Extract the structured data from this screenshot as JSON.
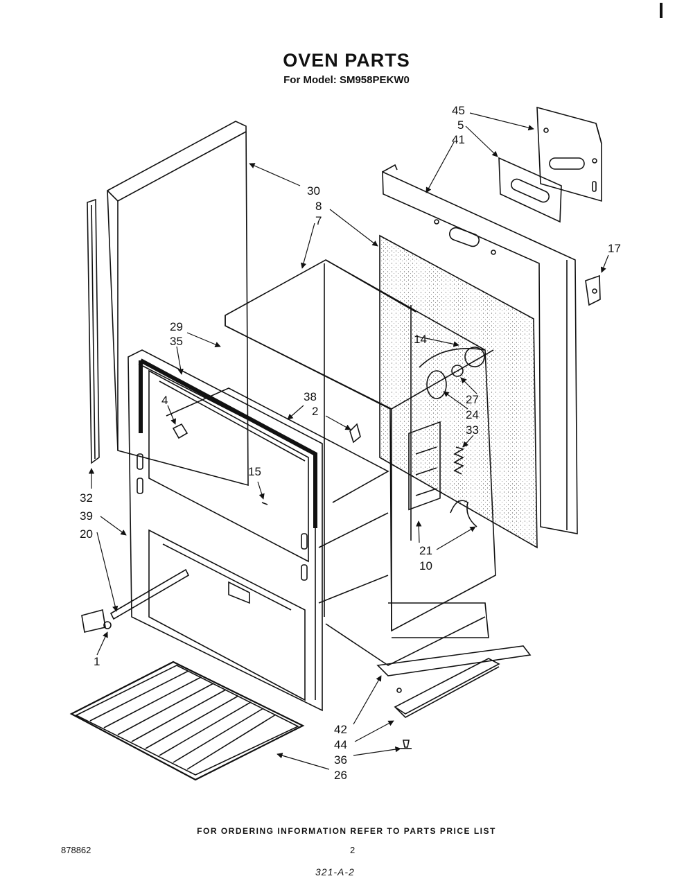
{
  "title": "OVEN PARTS",
  "subtitle": "For Model: SM958PEKW0",
  "footer": "FOR ORDERING INFORMATION REFER TO PARTS PRICE LIST",
  "doc_number": "878862",
  "page_number": "2",
  "handwritten_note": "321-A-2",
  "part_labels": {
    "p45": "45",
    "p5": "5",
    "p41": "41",
    "p30": "30",
    "p8": "8",
    "p7": "7",
    "p17": "17",
    "p29": "29",
    "p35": "35",
    "p14": "14",
    "p4": "4",
    "p38": "38",
    "p2": "2",
    "p27": "27",
    "p24": "24",
    "p33": "33",
    "p15": "15",
    "p32": "32",
    "p39": "39",
    "p20": "20",
    "p21": "21",
    "p10": "10",
    "p1": "1",
    "p42": "42",
    "p44": "44",
    "p36": "36",
    "p26": "26"
  }
}
